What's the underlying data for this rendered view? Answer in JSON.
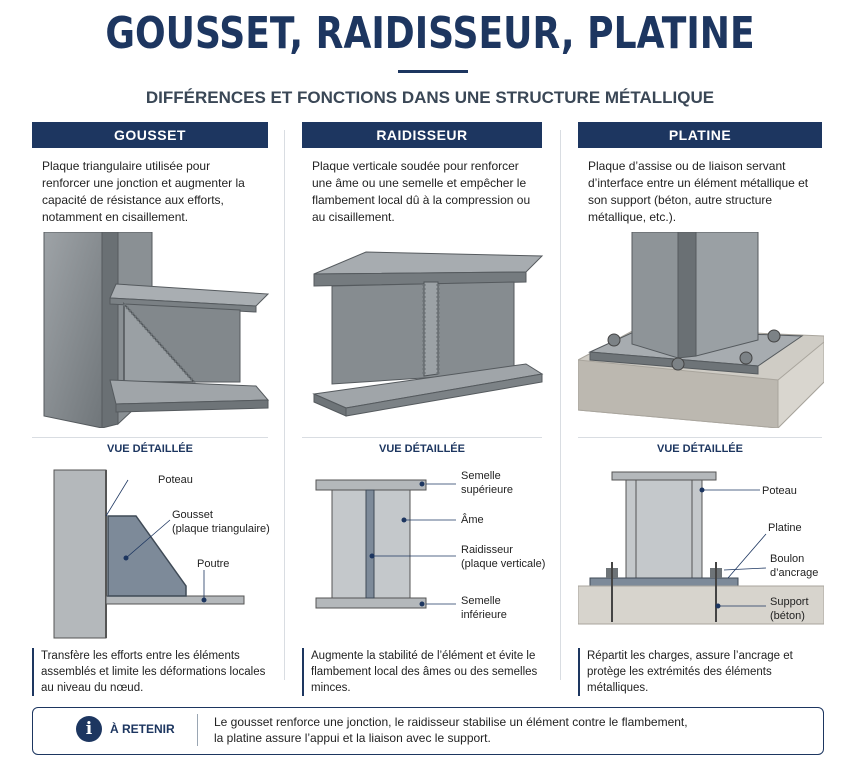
{
  "title": "GOUSSET, RAIDISSEUR, PLATINE",
  "subtitle": "DIFFÉRENCES ET FONCTIONS DANS UNE STRUCTURE MÉTALLIQUE",
  "columns": [
    {
      "heading": "GOUSSET",
      "description": "Plaque triangulaire utilisée pour renforcer une jonction et augmenter la capacité de résistance aux efforts, notamment en cisaillement.",
      "detail_title": "VUE DÉTAILLÉE",
      "labels": [
        "Poteau",
        "Gousset",
        "(plaque triangulaire)",
        "Poutre"
      ],
      "bottom": "Transfère les efforts entre les éléments assemblés et limite les déformations locales au niveau du nœud."
    },
    {
      "heading": "RAIDISSEUR",
      "description": "Plaque verticale soudée pour renforcer une âme ou une semelle et empêcher le flambement local dû à la compression ou au cisaillement.",
      "detail_title": "VUE DÉTAILLÉE",
      "labels": [
        "Semelle",
        "supérieure",
        "Âme",
        "Raidisseur",
        "(plaque verticale)",
        "Semelle",
        "inférieure"
      ],
      "bottom": "Augmente la stabilité de l’élément et évite le flambement local des âmes ou des semelles minces."
    },
    {
      "heading": "PLATINE",
      "description": "Plaque d’assise ou de liaison servant d’interface entre un élément métallique et son support (béton, autre structure métallique, etc.).",
      "detail_title": "VUE DÉTAILLÉE",
      "labels": [
        "Poteau",
        "Platine",
        "Boulon",
        "d’ancrage",
        "Support",
        "(béton)"
      ],
      "bottom": "Répartit les charges, assure l’ancrage et protège les extrémités des éléments métalliques."
    }
  ],
  "retenir": {
    "icon": "info-icon",
    "label": "À RETENIR",
    "line1": "Le gousset renforce une jonction, le raidisseur stabilise un élément contre le flambement,",
    "line2": "la platine assure l’appui et la liaison avec le support."
  },
  "colors": {
    "navy": "#1d3660",
    "steel": "#8f9498",
    "steel_dark": "#5f6569",
    "concrete": "#cfccc5"
  }
}
